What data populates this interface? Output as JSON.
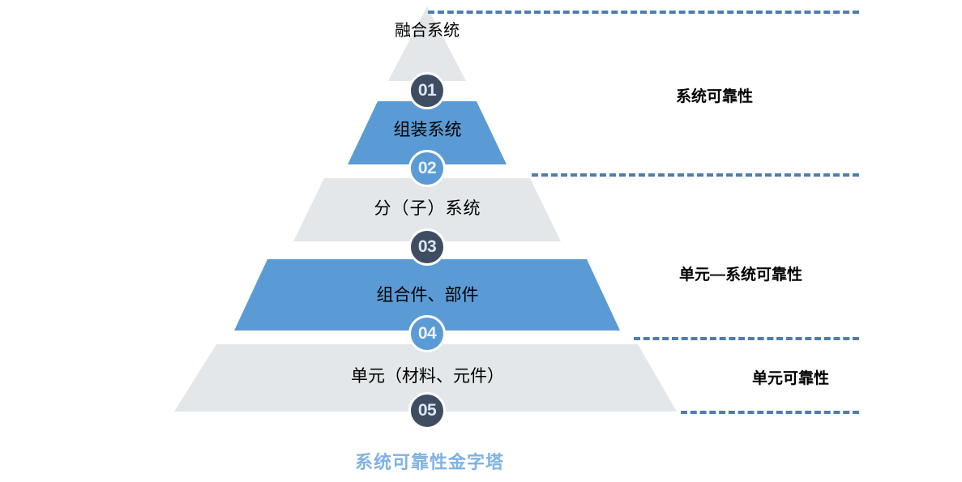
{
  "diagram": {
    "title": "系统可靠性金字塔",
    "title_color": "#7FB2E5",
    "type": "pyramid",
    "level_count": 5
  },
  "colors": {
    "blue": "#5B9BD5",
    "gray": "#E3E7E9",
    "badge_dark": "#3F4D63",
    "badge_blue": "#5B9BD5",
    "dash": "#4F7DAD",
    "title": "#7FB2E5",
    "text": "#000000"
  },
  "levels": [
    {
      "number": "01",
      "label": "融合系统",
      "fill": "gray",
      "badge_style": "dark",
      "shape": "triangle"
    },
    {
      "number": "02",
      "label": "组装系统",
      "fill": "blue",
      "badge_style": "blue",
      "shape": "trapezoid"
    },
    {
      "number": "03",
      "label": "分（子）系统",
      "fill": "gray",
      "badge_style": "dark",
      "shape": "trapezoid"
    },
    {
      "number": "04",
      "label": "组合件、部件",
      "fill": "blue",
      "badge_style": "blue",
      "shape": "trapezoid"
    },
    {
      "number": "05",
      "label": "单元（材料、元件）",
      "fill": "gray",
      "badge_style": "dark",
      "shape": "trapezoid"
    }
  ],
  "side_labels": [
    {
      "text": "系统可靠性",
      "covers": "01-02"
    },
    {
      "text": "单元—系统可靠性",
      "covers": "03-04"
    },
    {
      "text": "单元可靠性",
      "covers": "05"
    }
  ]
}
